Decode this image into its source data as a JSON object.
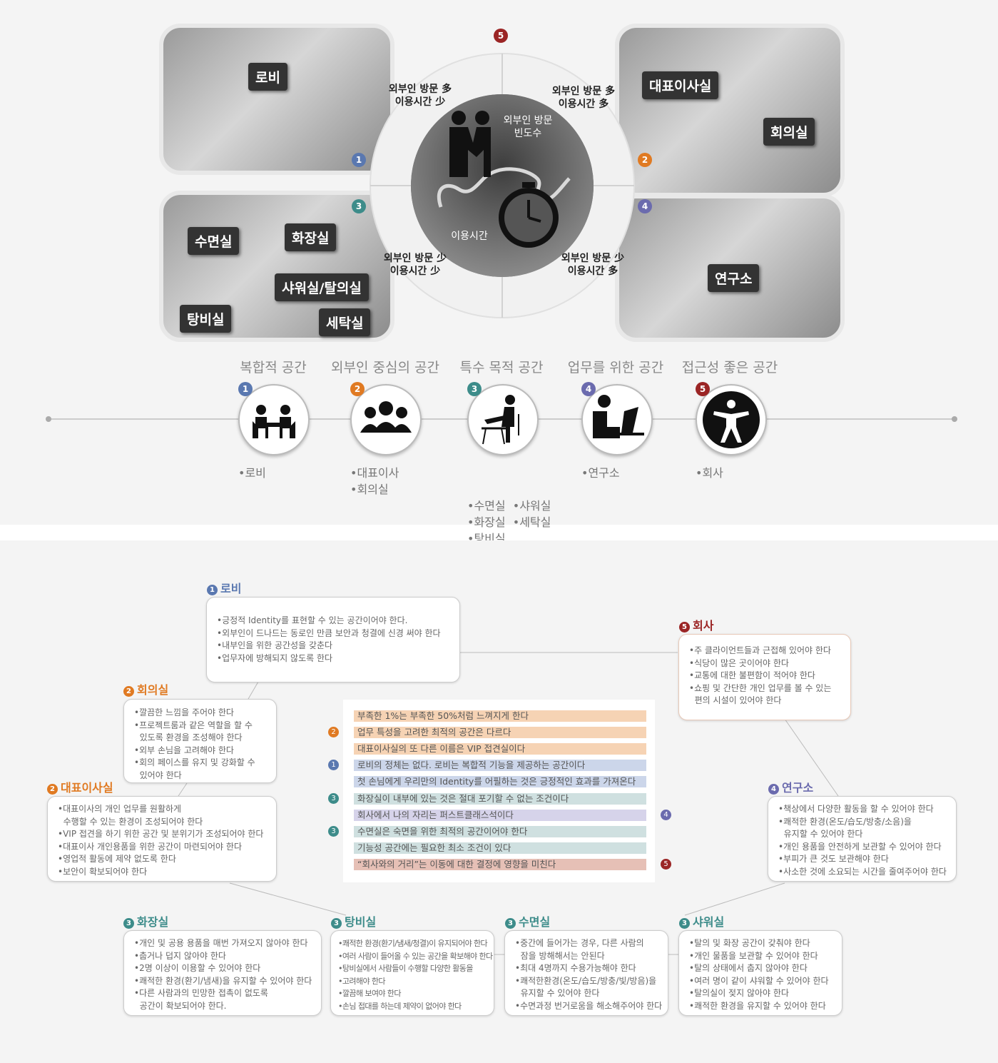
{
  "wheel": {
    "labels": {
      "top_left": [
        "외부인 방문 多",
        "이용시간 少"
      ],
      "top_right": [
        "외부인 방문 多",
        "이용시간 多"
      ],
      "bottom_left": [
        "외부인 방문 少",
        "이용시간 少"
      ],
      "bottom_right": [
        "외부인 방문 少",
        "이용시간 多"
      ],
      "center_top": [
        "외부인 방문",
        "빈도수"
      ],
      "center_bottom": "이용시간"
    },
    "badge_numbers": [
      "1",
      "2",
      "3",
      "4",
      "5"
    ]
  },
  "photos": {
    "lobby": [
      "로비"
    ],
    "ceo": [
      "대표이사실",
      "회의실"
    ],
    "facilities": [
      "수면실",
      "화장실",
      "샤워실/탈의실",
      "탕비실",
      "세탁실"
    ],
    "lab": [
      "연구소"
    ]
  },
  "categories": [
    {
      "num": "1",
      "title": "복합적 공간",
      "items": [
        "•로비"
      ],
      "icon": "meeting-icon"
    },
    {
      "num": "2",
      "title": "외부인 중심의 공간",
      "items": [
        "•대표이사",
        "•회의실"
      ],
      "icon": "group-icon"
    },
    {
      "num": "3",
      "title": "특수 목적 공간",
      "items": [
        "•수면실  •샤워실",
        "•화장실  •세탁실",
        "•탕비실"
      ],
      "icon": "person-desk-icon"
    },
    {
      "num": "4",
      "title": "업무를 위한 공간",
      "items": [
        "•연구소"
      ],
      "icon": "laptop-user-icon"
    },
    {
      "num": "5",
      "title": "접근성 좋은 공간",
      "items": [
        "•회사"
      ],
      "icon": "accessibility-icon"
    }
  ],
  "boxes": [
    {
      "id": "lobby",
      "num": "1",
      "title": "로비",
      "lines": [
        "•긍정적 Identity를 표현할 수 있는 공간이어야 한다.",
        "•외부인이 드나드는 동로인 만큼 보안과 청결에 신경 써야 한다",
        "•내부인을 위한 공간성을 갖춘다",
        "•업무자에 방해되지 않도록 한다"
      ]
    },
    {
      "id": "meeting",
      "num": "2",
      "title": "회의실",
      "lines": [
        "•깔끔한 느낌을 주어야 한다",
        "•프로젝트룸과 같은 역할을 할 수",
        "  있도록 환경을 조성해야 한다",
        "•외부 손님을 고려해야 한다",
        "•회의 페이스를 유지 및 강화할 수",
        "  있어야 한다"
      ]
    },
    {
      "id": "ceo",
      "num": "2",
      "title": "대표이사실",
      "lines": [
        "•대표이사의 개인 업무를 원활하게",
        "  수행할 수 있는 환경이 조성되어야 한다",
        "•VIP 접견을 하기 위한 공간 및 분위기가 조성되어야 한다",
        "•대표이사 개인용품을 위한 공간이 마련되어야 한다",
        "•영업적 활동에 제약 없도록 한다",
        "•보안이 확보되어야 한다"
      ]
    },
    {
      "id": "company",
      "num": "5",
      "title": "회사",
      "lines": [
        "•주 클라이언트들과 근접해 있어야 한다",
        "•식당이 많은 곳이어야 한다",
        "•교통에 대한 불편함이 적어야 한다",
        "•쇼핑 및 간단한 개인 업무를 볼 수 있는",
        "  편의 시설이 있어야 한다"
      ]
    },
    {
      "id": "lab",
      "num": "4",
      "title": "연구소",
      "lines": [
        "•책상에서 다양한 활동을 할 수 있어야 한다",
        "•쾌적한 환경(온도/습도/방충/소음)을",
        "  유지할 수 있어야 한다",
        "•개인 용품을 안전하게 보관할 수 있어야 한다",
        "•부피가 큰 것도 보관해야 한다",
        "•사소한 것에 소요되는 시간을 줄여주어야 한다"
      ]
    },
    {
      "id": "restroom",
      "num": "3",
      "title": "화장실",
      "lines": [
        "•개인 및 공용 용품을 매번 가져오지 않아야 한다",
        "•춥거나 덥지 않아야 한다",
        "•2명 이상이 이용할 수 있어야 한다",
        "•쾌적한 환경(환기/냄새)을 유지할 수 있어야 한다",
        "•다른 사람과의 민망한 접촉이 없도록",
        "  공간이 확보되어야 한다."
      ]
    },
    {
      "id": "pantry",
      "num": "3",
      "title": "탕비실",
      "lines": [
        "•쾌적한 환경(환기/냄새/청결)이 유지되어야 한다",
        "•여러 사람이 들어올 수 있는 공간을 확보해야 한다",
        "•탕비실에서 사람들이 수행할 다양한 활동을",
        "•고려해야 한다",
        "•깔끔해 보여야 한다",
        "•손님 접대를 하는데 제약이 없어야 한다"
      ]
    },
    {
      "id": "sleep",
      "num": "3",
      "title": "수면실",
      "lines": [
        "•중간에 들어가는 경우, 다른 사람의",
        "  잠을 방해해서는 안된다",
        "•최대 4명까지 수용가능해야 한다",
        "•쾌적한환경(온도/습도/방충/빛/방음)을",
        "  유지할 수 있어야 한다",
        "•수면과정 번거로움을 해소해주어야 한다"
      ]
    },
    {
      "id": "shower",
      "num": "3",
      "title": "샤워실",
      "lines": [
        "•탈의 및 화장 공간이 갖춰야 한다",
        "•개인 물품을 보관할 수 있어야 한다",
        "•탈의 상태에서 춥지 않아야 한다",
        "•여러 명이 같이 샤워할 수 있어야 한다",
        "•탈의실이 젖지 않아야 한다",
        "•쾌적한 환경을 유지할 수 있어야 한다"
      ]
    }
  ],
  "strips": [
    {
      "text": "부족한 1%는 부족한 50%처럼 느껴지게 한다",
      "color": "#f6d3b4"
    },
    {
      "text": "업무 특성을 고려한 최적의 공간은 다르다",
      "color": "#f6d3b4"
    },
    {
      "text": "대표이사실의 또 다른 이름은 VIP 접견실이다",
      "color": "#f6d3b4"
    },
    {
      "text": "로비의 정체는 없다. 로비는 복합적 기능을 제공하는 공간이다",
      "color": "#ccd6ea"
    },
    {
      "text": "첫 손님에게 우리만의 Identity를 어필하는 것은 긍정적인 효과를 가져온다",
      "color": "#ccd6ea"
    },
    {
      "text": "화장실이 내부에 있는 것은 절대 포기할 수 없는 조건이다",
      "color": "#cfe0e0"
    },
    {
      "text": "회사에서 나의 자리는 퍼스트클래스석이다",
      "color": "#d6d3ea"
    },
    {
      "text": "수면실은 숙면을 위한 최적의 공간이어야 한다",
      "color": "#cfe0e0"
    },
    {
      "text": "기능성 공간에는 필요한 최소 조건이 있다",
      "color": "#cfe0e0"
    },
    {
      "text": "“회사와의 거리”는 이동에 대한 결정에 영향을 미친다",
      "color": "#e6c0b6"
    }
  ],
  "strip_badges": [
    {
      "num": "2",
      "side": "left",
      "row": 1
    },
    {
      "num": "1",
      "side": "left",
      "row": 3
    },
    {
      "num": "3",
      "side": "left",
      "row": 5
    },
    {
      "num": "3",
      "side": "left",
      "row": 7
    },
    {
      "num": "4",
      "side": "right",
      "row": 6
    },
    {
      "num": "5",
      "side": "right",
      "row": 9
    }
  ],
  "colors": {
    "1": "#5a78b0",
    "2": "#e07a22",
    "3": "#3d8c8a",
    "4": "#6b6bae",
    "5": "#9b2525"
  }
}
